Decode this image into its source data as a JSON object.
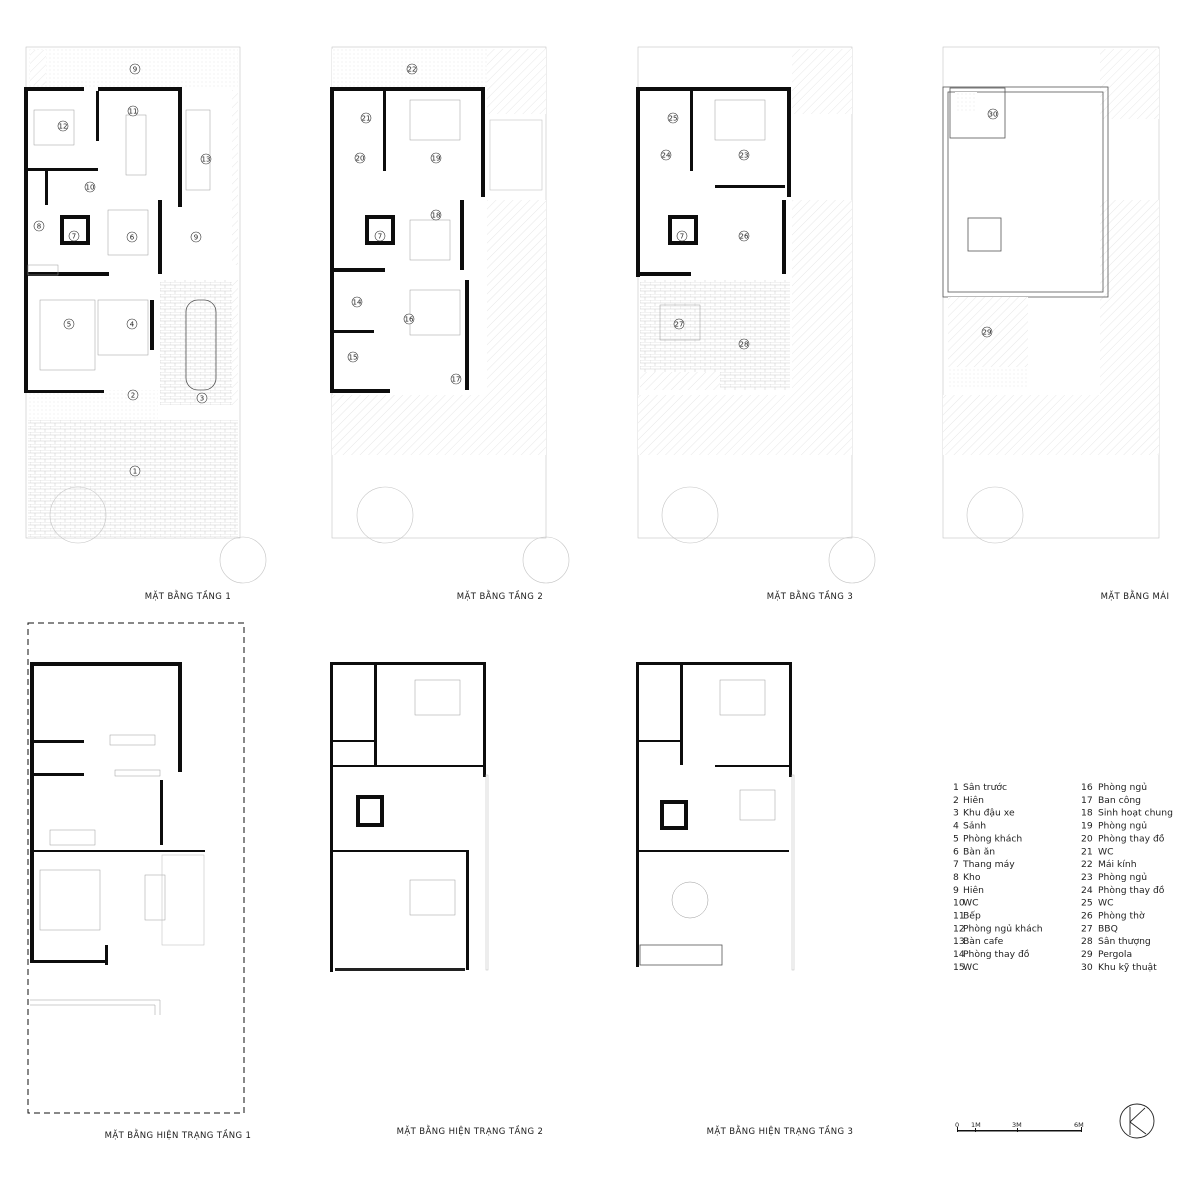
{
  "plans": {
    "plan1_title": "MẶT BẰNG TẦNG 1",
    "plan2_title": "MẶT BẰNG TẦNG 2",
    "plan3_title": "MẶT BẰNG TẦNG 3",
    "plan4_title": "MẶT BẰNG MÁI",
    "exist1_title": "MẶT BẰNG HIỆN TRẠNG TẦNG 1",
    "exist2_title": "MẶT BẰNG HIỆN TRẠNG TẦNG 2",
    "exist3_title": "MẶT BẰNG HIỆN TRẠNG TẦNG 3"
  },
  "room_numbers": {
    "f1": [
      "9",
      "11",
      "12",
      "13",
      "10",
      "8",
      "7",
      "6",
      "9",
      "5",
      "4",
      "2",
      "3",
      "1"
    ],
    "f2": [
      "22",
      "21",
      "20",
      "19",
      "18",
      "7",
      "14",
      "16",
      "15",
      "17"
    ],
    "f3": [
      "25",
      "24",
      "23",
      "7",
      "26",
      "27",
      "28"
    ],
    "roof": [
      "30",
      "29"
    ]
  },
  "legend": {
    "col1": [
      {
        "n": "1",
        "label": "Sân trước"
      },
      {
        "n": "2",
        "label": "Hiên"
      },
      {
        "n": "3",
        "label": "Khu đậu xe"
      },
      {
        "n": "4",
        "label": "Sảnh"
      },
      {
        "n": "5",
        "label": "Phòng khách"
      },
      {
        "n": "6",
        "label": "Bàn ăn"
      },
      {
        "n": "7",
        "label": "Thang máy"
      },
      {
        "n": "8",
        "label": "Kho"
      },
      {
        "n": "9",
        "label": "Hiên"
      },
      {
        "n": "10",
        "label": "WC"
      },
      {
        "n": "11",
        "label": "Bếp"
      },
      {
        "n": "12",
        "label": "Phòng ngủ khách"
      },
      {
        "n": "13",
        "label": "Bàn cafe"
      },
      {
        "n": "14",
        "label": "Phòng thay đồ"
      },
      {
        "n": "15",
        "label": "WC"
      }
    ],
    "col2": [
      {
        "n": "16",
        "label": "Phòng ngủ"
      },
      {
        "n": "17",
        "label": "Ban công"
      },
      {
        "n": "18",
        "label": "Sinh hoạt chung"
      },
      {
        "n": "19",
        "label": "Phòng ngủ"
      },
      {
        "n": "20",
        "label": "Phòng thay đồ"
      },
      {
        "n": "21",
        "label": "WC"
      },
      {
        "n": "22",
        "label": "Mái kính"
      },
      {
        "n": "23",
        "label": "Phòng ngủ"
      },
      {
        "n": "24",
        "label": "Phòng thay đồ"
      },
      {
        "n": "25",
        "label": "WC"
      },
      {
        "n": "26",
        "label": "Phòng thờ"
      },
      {
        "n": "27",
        "label": "BBQ"
      },
      {
        "n": "28",
        "label": "Sân thượng"
      },
      {
        "n": "29",
        "label": "Pergola"
      },
      {
        "n": "30",
        "label": "Khu kỹ thuật"
      }
    ]
  },
  "scale_bar": {
    "t0": "0",
    "t1": "1M",
    "t3": "3M",
    "t6": "6M"
  }
}
